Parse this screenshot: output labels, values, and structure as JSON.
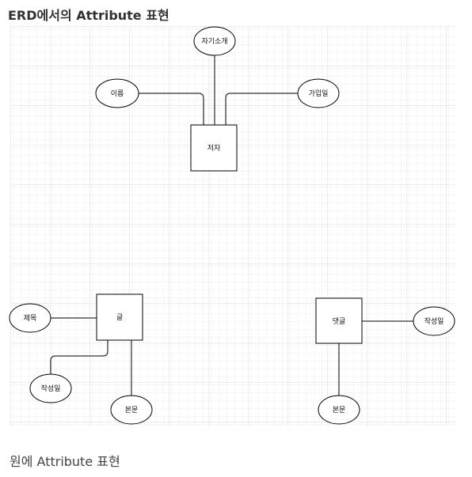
{
  "title": "ERD에서의 Attribute 표현",
  "caption": "원에 Attribute 표현",
  "diagram": {
    "entities": [
      {
        "id": "author",
        "label": "저자"
      },
      {
        "id": "post",
        "label": "글"
      },
      {
        "id": "comment",
        "label": "댓글"
      }
    ],
    "attributes": [
      {
        "id": "intro",
        "label": "자기소개"
      },
      {
        "id": "name",
        "label": "이름"
      },
      {
        "id": "joindate",
        "label": "가입일"
      },
      {
        "id": "post_title",
        "label": "제목"
      },
      {
        "id": "post_date",
        "label": "작성일"
      },
      {
        "id": "post_body",
        "label": "본문"
      },
      {
        "id": "comment_date",
        "label": "작성일"
      },
      {
        "id": "comment_body",
        "label": "본문"
      }
    ]
  }
}
